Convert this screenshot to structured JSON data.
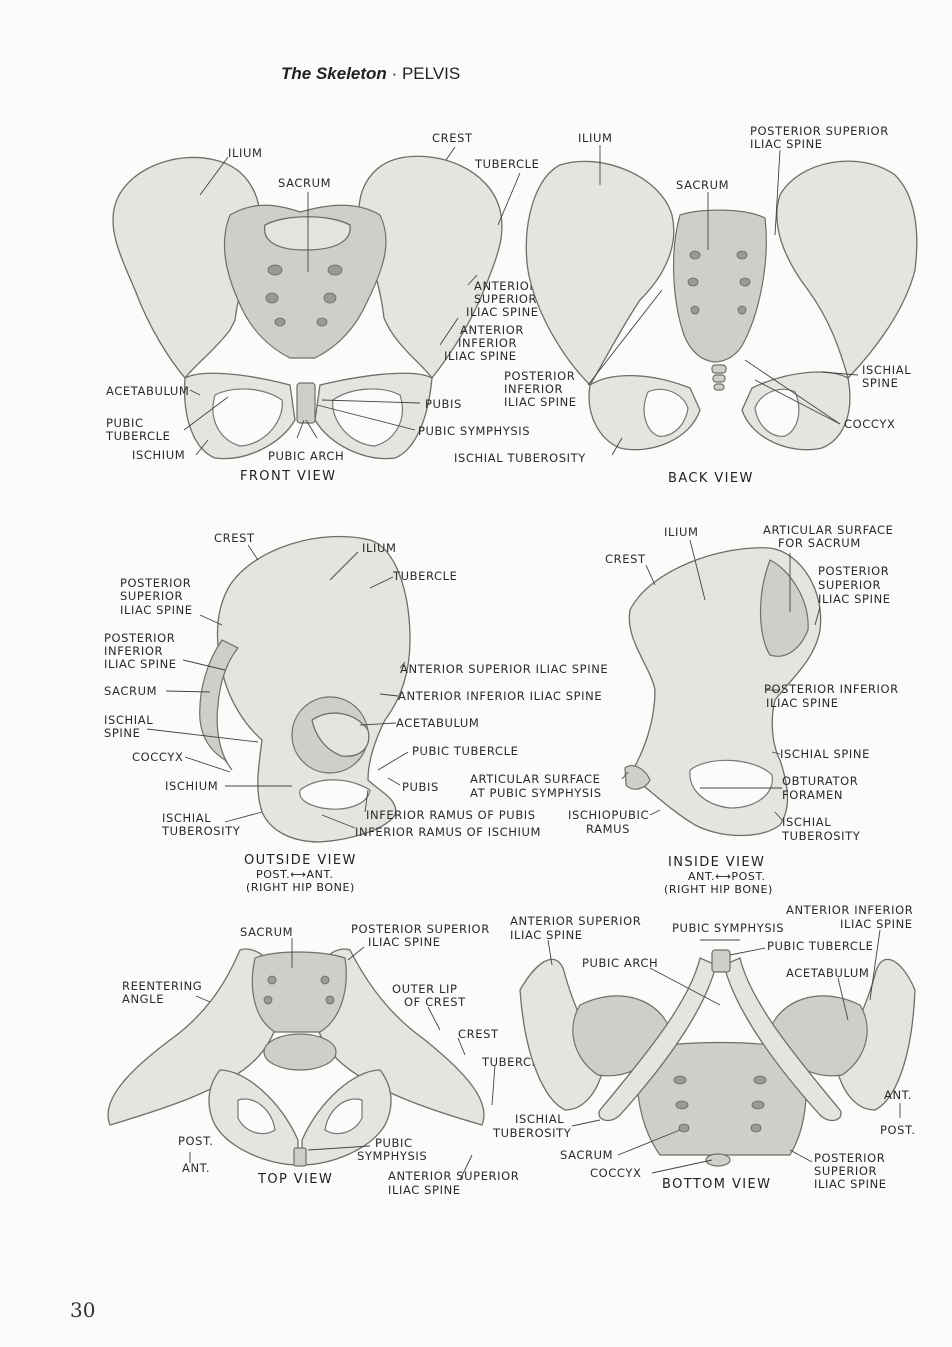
{
  "header": {
    "title_italic": "The Skeleton",
    "separator": "·",
    "title_main": "PELVIS"
  },
  "page_number": "30",
  "front_view": {
    "title": "FRONT VIEW",
    "labels": {
      "ilium": "ILIUM",
      "crest": "CREST",
      "tubercle": "TUBERCLE",
      "sacrum": "SACRUM",
      "asis_1": "ANTERIOR",
      "asis_2": "SUPERIOR",
      "asis_3": "ILIAC SPINE",
      "aiis_1": "ANTERIOR",
      "aiis_2": "INFERIOR",
      "aiis_3": "ILIAC SPINE",
      "acetabulum": "ACETABULUM",
      "pubis": "PUBIS",
      "pubic_tubercle_1": "PUBIC",
      "pubic_tubercle_2": "TUBERCLE",
      "pubic_symphysis": "PUBIC SYMPHYSIS",
      "ischium": "ISCHIUM",
      "pubic_arch": "PUBIC ARCH"
    }
  },
  "back_view": {
    "title": "BACK VIEW",
    "labels": {
      "ilium": "ILIUM",
      "psis_1": "POSTERIOR SUPERIOR",
      "psis_2": "ILIAC SPINE",
      "sacrum": "SACRUM",
      "piis_1": "POSTERIOR",
      "piis_2": "INFERIOR",
      "piis_3": "ILIAC SPINE",
      "ischial_spine_1": "ISCHIAL",
      "ischial_spine_2": "SPINE",
      "coccyx": "COCCYX",
      "ischial_tuberosity": "ISCHIAL TUBEROSITY"
    }
  },
  "outside_view": {
    "title": "OUTSIDE VIEW",
    "orientation": "POST.⟷ANT.",
    "note": "(RIGHT HIP BONE)",
    "labels": {
      "crest": "CREST",
      "ilium": "ILIUM",
      "tubercle": "TUBERCLE",
      "psis_1": "POSTERIOR",
      "psis_2": "SUPERIOR",
      "psis_3": "ILIAC SPINE",
      "piis_1": "POSTERIOR",
      "piis_2": "INFERIOR",
      "piis_3": "ILIAC SPINE",
      "asis": "ANTERIOR SUPERIOR ILIAC SPINE",
      "sacrum": "SACRUM",
      "aiis": "ANTERIOR INFERIOR ILIAC SPINE",
      "ischial_spine_1": "ISCHIAL",
      "ischial_spine_2": "SPINE",
      "acetabulum": "ACETABULUM",
      "pubic_tubercle": "PUBIC TUBERCLE",
      "coccyx": "COCCYX",
      "ischium": "ISCHIUM",
      "pubis": "PUBIS",
      "ischial_tuberosity_1": "ISCHIAL",
      "ischial_tuberosity_2": "TUBEROSITY",
      "inf_ramus_pubis": "INFERIOR RAMUS OF PUBIS",
      "inf_ramus_ischium": "INFERIOR RAMUS OF ISCHIUM"
    }
  },
  "inside_view": {
    "title": "INSIDE VIEW",
    "orientation": "ANT.⟷POST.",
    "note": "(RIGHT HIP BONE)",
    "labels": {
      "ilium": "ILIUM",
      "articular_sacrum_1": "ARTICULAR SURFACE",
      "articular_sacrum_2": "FOR SACRUM",
      "crest": "CREST",
      "psis_1": "POSTERIOR",
      "psis_2": "SUPERIOR",
      "psis_3": "ILIAC SPINE",
      "piis_1": "POSTERIOR INFERIOR",
      "piis_2": "ILIAC SPINE",
      "ischial_spine": "ISCHIAL SPINE",
      "articular_pubic_1": "ARTICULAR SURFACE",
      "articular_pubic_2": "AT PUBIC SYMPHYSIS",
      "obturator_1": "OBTURATOR",
      "obturator_2": "FORAMEN",
      "ischiopubic_1": "ISCHIOPUBIC",
      "ischiopubic_2": "RAMUS",
      "ischial_tuberosity_1": "ISCHIAL",
      "ischial_tuberosity_2": "TUBEROSITY"
    }
  },
  "top_view": {
    "title": "TOP VIEW",
    "labels": {
      "sacrum": "SACRUM",
      "psis_1": "POSTERIOR SUPERIOR",
      "psis_2": "ILIAC SPINE",
      "reentering_1": "REENTERING",
      "reentering_2": "ANGLE",
      "outer_lip_1": "OUTER LIP",
      "outer_lip_2": "OF CREST",
      "crest": "CREST",
      "tubercle": "TUBERCLE",
      "post": "POST.",
      "ant": "ANT.",
      "pubic_symphysis_1": "PUBIC",
      "pubic_symphysis_2": "SYMPHYSIS",
      "asis_1": "ANTERIOR SUPERIOR",
      "asis_2": "ILIAC SPINE"
    }
  },
  "bottom_view": {
    "title": "BOTTOM VIEW",
    "labels": {
      "asis_1": "ANTERIOR SUPERIOR",
      "asis_2": "ILIAC SPINE",
      "pubic_symphysis": "PUBIC SYMPHYSIS",
      "aiis_1": "ANTERIOR INFERIOR",
      "aiis_2": "ILIAC SPINE",
      "pubic_tubercle": "PUBIC TUBERCLE",
      "pubic_arch": "PUBIC ARCH",
      "acetabulum": "ACETABULUM",
      "ischial_tuberosity_1": "ISCHIAL",
      "ischial_tuberosity_2": "TUBEROSITY",
      "sacrum": "SACRUM",
      "coccyx": "COCCYX",
      "ant": "ANT.",
      "post": "POST.",
      "psis_1": "POSTERIOR",
      "psis_2": "SUPERIOR",
      "psis_3": "ILIAC SPINE"
    }
  }
}
